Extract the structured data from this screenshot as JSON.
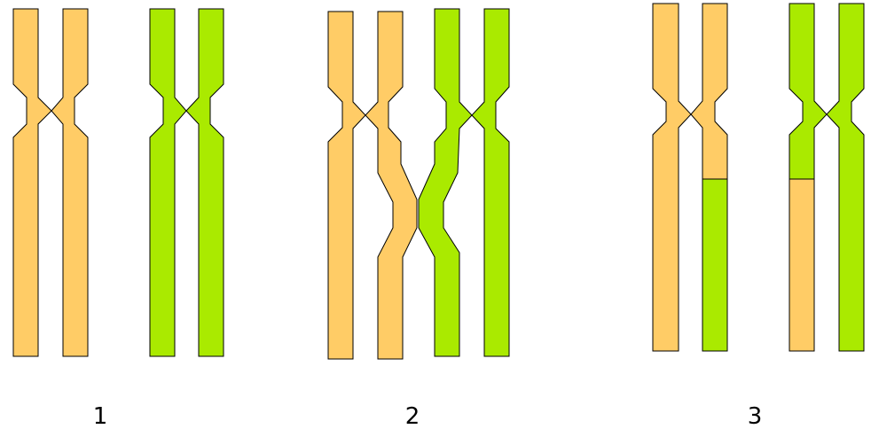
{
  "colors": {
    "maternal": "#ffcc66",
    "paternal": "#aaea00",
    "outline": "#000000",
    "background": "#ffffff"
  },
  "stages": [
    {
      "label": "1"
    },
    {
      "label": "2"
    },
    {
      "label": "3"
    }
  ]
}
